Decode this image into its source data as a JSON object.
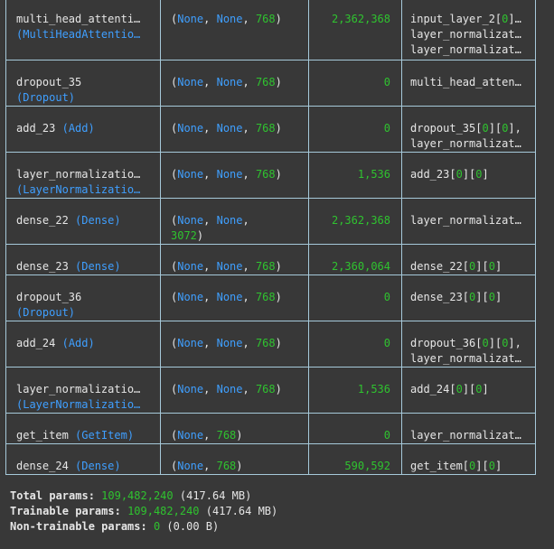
{
  "rows": [
    {
      "height": 70,
      "layer_name": "multi_head_attenti…",
      "layer_type": "(MultiHeadAttentio…",
      "layer_type_inline": false,
      "shape_1": "(None, None, 768)",
      "shape_2": "",
      "params": "2,362,368",
      "connected": [
        "input_layer_2[0]…",
        "layer_normalizat…",
        "layer_normalizat…"
      ]
    },
    {
      "height": 51,
      "layer_name": "dropout_35",
      "layer_type": "(Dropout)",
      "layer_type_inline": false,
      "shape_1": "(None, None, 768)",
      "shape_2": "",
      "params": "0",
      "connected": [
        "multi_head_atten…"
      ]
    },
    {
      "height": 51,
      "layer_name": "add_23",
      "layer_type": "(Add)",
      "layer_type_inline": true,
      "shape_1": "(None, None, 768)",
      "shape_2": "",
      "params": "0",
      "connected": [
        "dropout_35[0][0],",
        "layer_normalizat…"
      ]
    },
    {
      "height": 51,
      "layer_name": "layer_normalizatio…",
      "layer_type": "(LayerNormalizatio…",
      "layer_type_inline": false,
      "shape_1": "(None, None, 768)",
      "shape_2": "",
      "params": "1,536",
      "connected": [
        "add_23[0][0]"
      ]
    },
    {
      "height": 51,
      "layer_name": "dense_22",
      "layer_type": "(Dense)",
      "layer_type_inline": true,
      "shape_1": "(None, None,",
      "shape_2": "3072)",
      "params": "2,362,368",
      "connected": [
        "layer_normalizat…"
      ]
    },
    {
      "height": 34,
      "layer_name": "dense_23",
      "layer_type": "(Dense)",
      "layer_type_inline": true,
      "shape_1": "(None, None, 768)",
      "shape_2": "",
      "params": "2,360,064",
      "connected": [
        "dense_22[0][0]"
      ]
    },
    {
      "height": 51,
      "layer_name": "dropout_36",
      "layer_type": "(Dropout)",
      "layer_type_inline": false,
      "shape_1": "(None, None, 768)",
      "shape_2": "",
      "params": "0",
      "connected": [
        "dense_23[0][0]"
      ]
    },
    {
      "height": 51,
      "layer_name": "add_24",
      "layer_type": "(Add)",
      "layer_type_inline": true,
      "shape_1": "(None, None, 768)",
      "shape_2": "",
      "params": "0",
      "connected": [
        "dropout_36[0][0],",
        "layer_normalizat…"
      ]
    },
    {
      "height": 51,
      "layer_name": "layer_normalizatio…",
      "layer_type": "(LayerNormalizatio…",
      "layer_type_inline": false,
      "shape_1": "(None, None, 768)",
      "shape_2": "",
      "params": "1,536",
      "connected": [
        "add_24[0][0]"
      ]
    },
    {
      "height": 34,
      "layer_name": "get_item",
      "layer_type": "(GetItem)",
      "layer_type_inline": true,
      "shape_1": "(None, 768)",
      "shape_2": "",
      "params": "0",
      "connected": [
        "layer_normalizat…"
      ]
    },
    {
      "height": 34,
      "layer_name": "dense_24",
      "layer_type": "(Dense)",
      "layer_type_inline": true,
      "shape_1": "(None, 768)",
      "shape_2": "",
      "params": "590,592",
      "connected": [
        "get_item[0][0]"
      ]
    }
  ],
  "footer": {
    "total_label": "Total params:",
    "total_value": "109,482,240",
    "total_size": "(417.64 MB)",
    "trainable_label": "Trainable params:",
    "trainable_value": "109,482,240",
    "trainable_size": "(417.64 MB)",
    "non_trainable_label": "Non-trainable params:",
    "non_trainable_value": "0",
    "non_trainable_size": "(0.00 B)"
  },
  "colors": {
    "background": "#383838",
    "border": "#a6c9da",
    "blue": "#3f9fff",
    "green": "#2fc32f",
    "text": "#e6e6e6"
  }
}
